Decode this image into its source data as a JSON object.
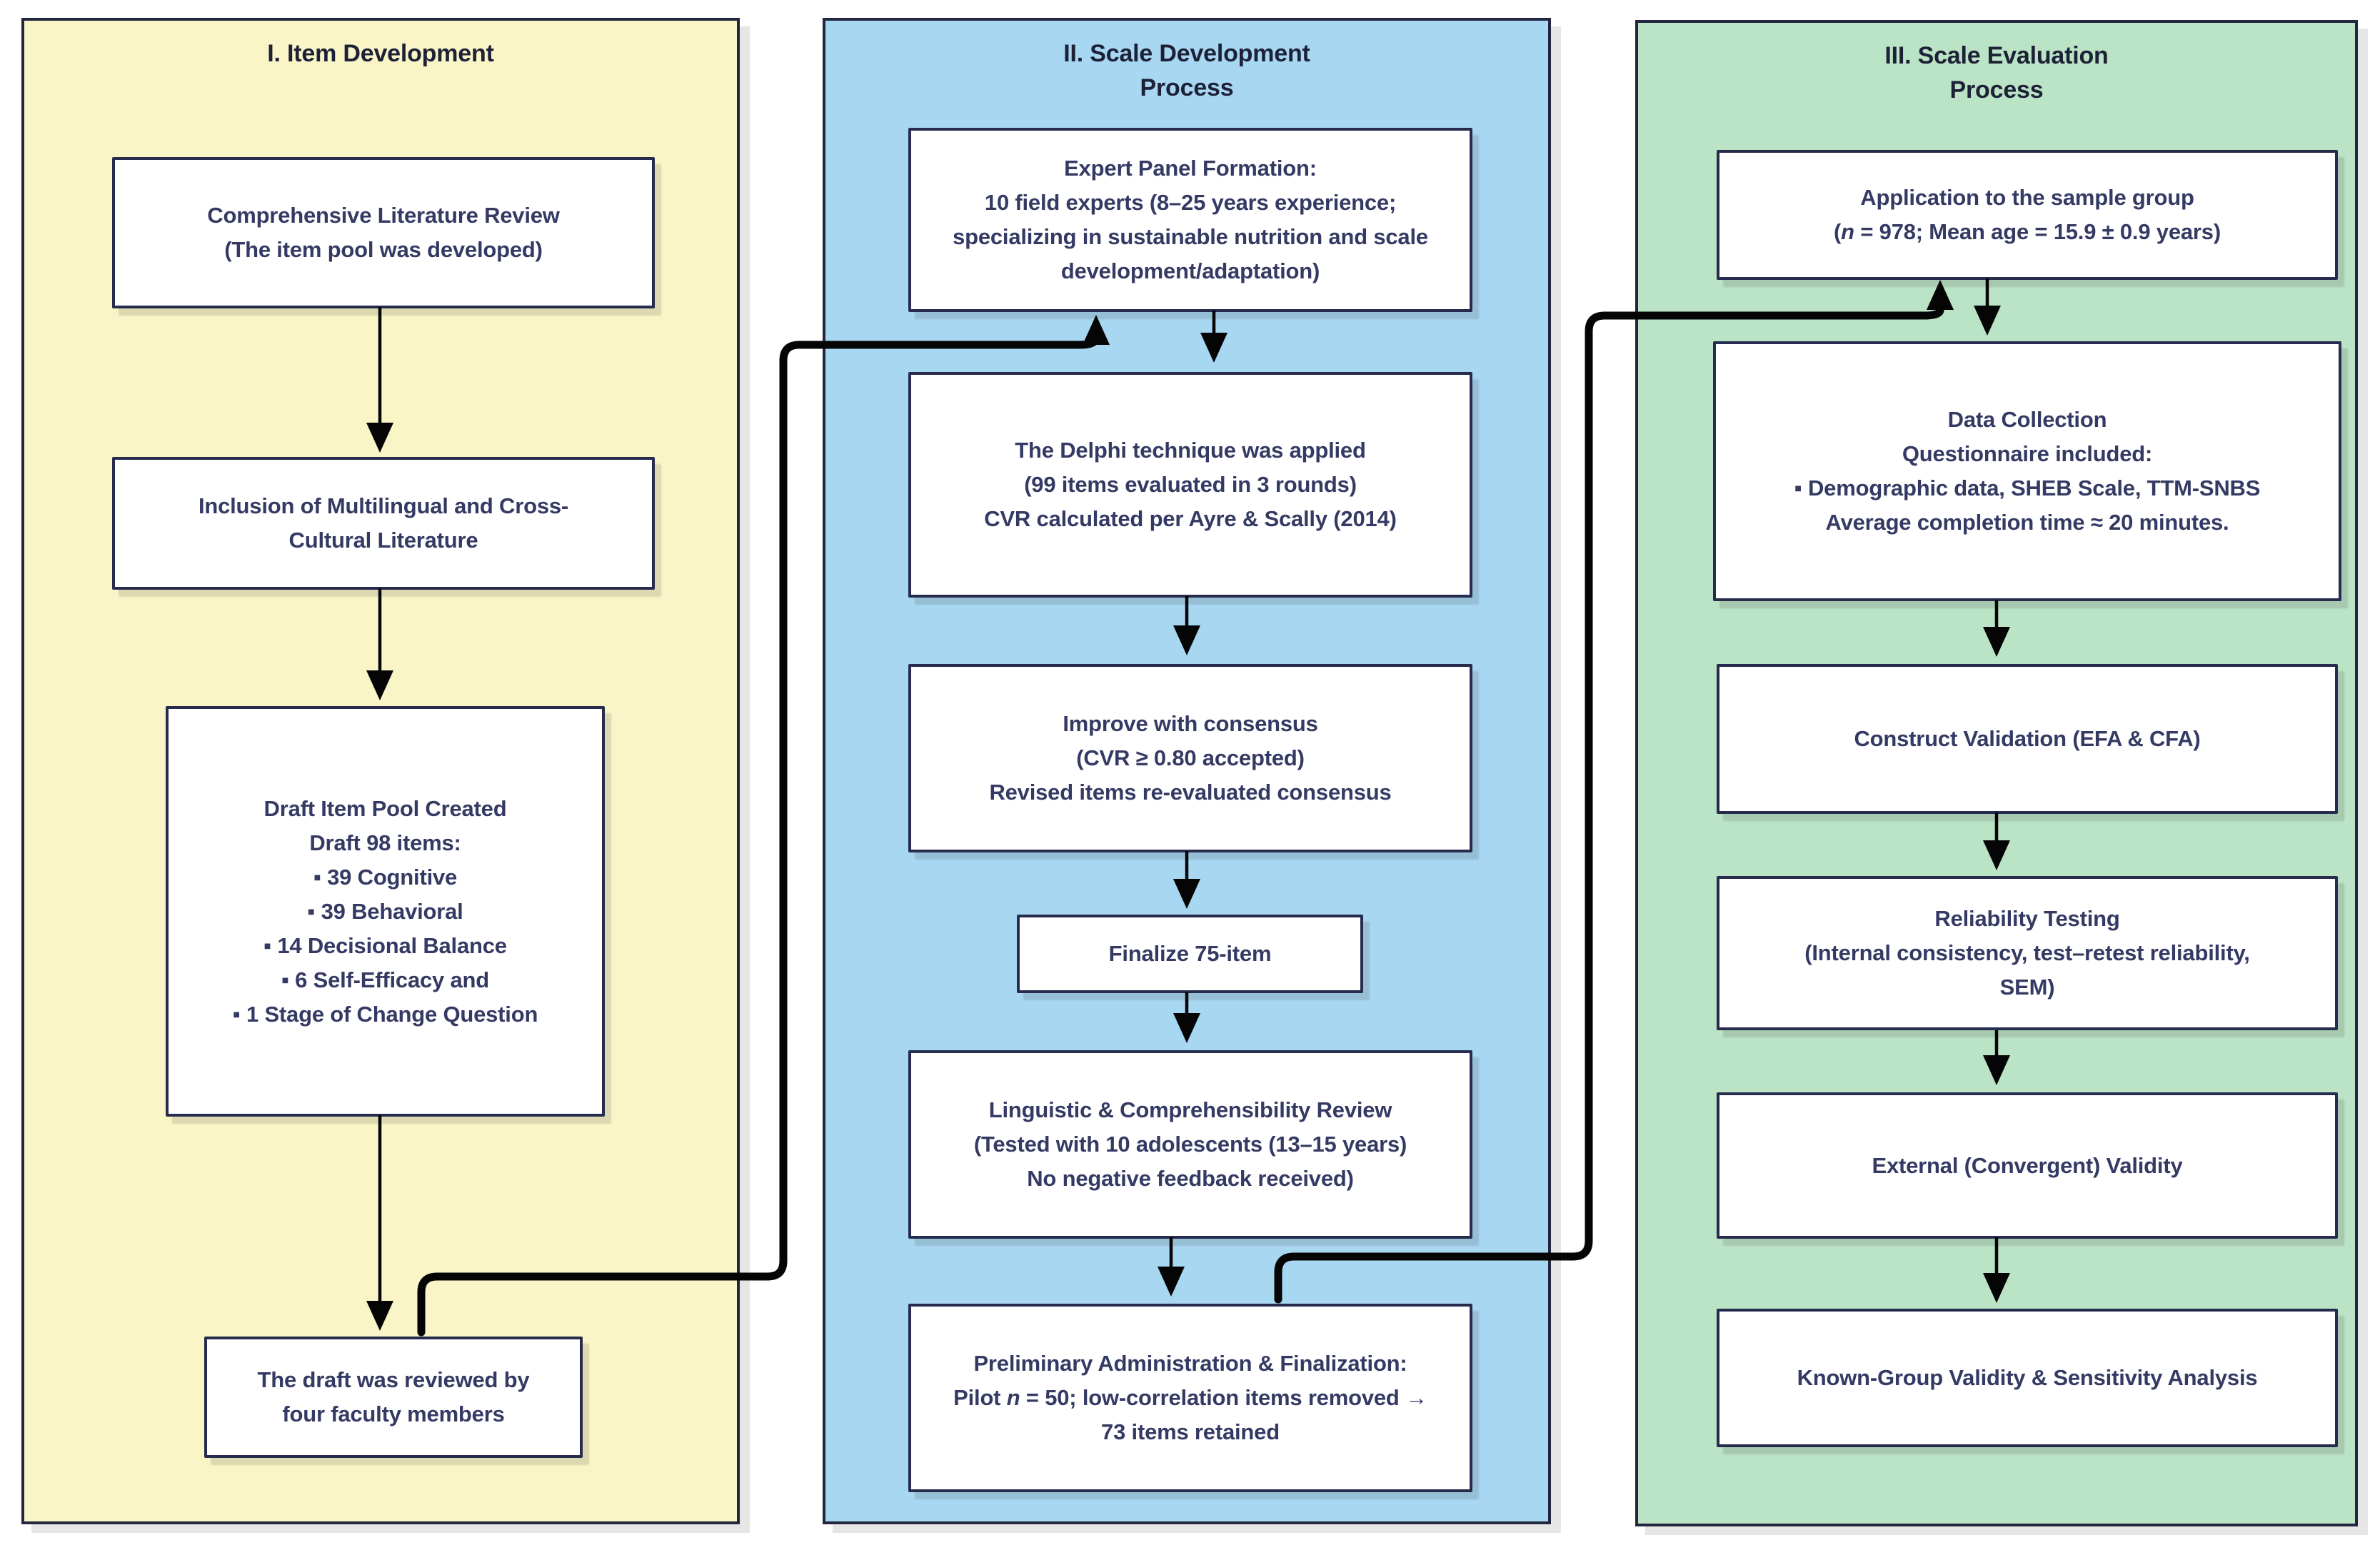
{
  "figure": {
    "type": "flowchart",
    "description": "Three-phase scale development and validation flowchart"
  },
  "colors": {
    "panel1_bg": "#FAF5C6",
    "panel2_bg": "#A8D7F2",
    "panel3_bg": "#BBE3C5",
    "panel_border": "#22263f",
    "box_border": "#272c4e",
    "box_bg": "#ffffff",
    "text": "#343a63",
    "arrow": "#050505"
  },
  "panels": [
    {
      "id": "item-development",
      "bg": "#FAF5C6",
      "title_lines": [
        "I. Item Development"
      ],
      "boxes": [
        {
          "lines": [
            "Comprehensive Literature Review",
            "(The item pool was developed)"
          ]
        },
        {
          "lines": [
            "Inclusion of Multilingual and Cross-",
            "Cultural Literature"
          ]
        },
        {
          "lines": [
            "Draft Item Pool Created",
            "Draft 98 items:",
            "▪ 39 Cognitive",
            "▪ 39 Behavioral",
            "▪ 14 Decisional Balance",
            "▪ 6 Self-Efficacy and",
            "▪ 1 Stage of Change Question"
          ]
        },
        {
          "lines": [
            "The draft was reviewed by",
            "four faculty members"
          ]
        }
      ]
    },
    {
      "id": "scale-development-process",
      "bg": "#A8D7F2",
      "title_lines": [
        "II. Scale Development",
        "Process"
      ],
      "boxes": [
        {
          "lines": [
            "Expert Panel Formation:",
            "10 field experts (8–25 years experience;",
            "specializing in sustainable nutrition and scale",
            "development/adaptation)"
          ]
        },
        {
          "lines": [
            "The Delphi technique was applied",
            "(99 items evaluated in 3 rounds)",
            "CVR calculated per Ayre & Scally (2014)"
          ]
        },
        {
          "lines": [
            "Improve with consensus",
            "(CVR ≥ 0.80 accepted)",
            "Revised items re-evaluated consensus"
          ]
        },
        {
          "lines": [
            "Finalize 75-item"
          ]
        },
        {
          "lines": [
            "Linguistic & Comprehensibility Review",
            "(Tested with 10 adolescents (13–15 years)",
            "No negative feedback received)"
          ]
        },
        {
          "lines": [
            "Preliminary Administration & Finalization:",
            "Pilot *n* = 50; low-correlation items removed →",
            "73 items retained"
          ]
        }
      ]
    },
    {
      "id": "scale-evaluation-process",
      "bg": "#BBE3C5",
      "title_lines": [
        "III. Scale Evaluation",
        "Process"
      ],
      "boxes": [
        {
          "lines": [
            "Application to the sample group",
            "(*n* = 978; Mean age = 15.9 ± 0.9 years)"
          ]
        },
        {
          "lines": [
            "Data Collection",
            "Questionnaire included:",
            "▪ Demographic data, SHEB Scale, TTM-SNBS",
            "Average completion time ≈ 20 minutes."
          ]
        },
        {
          "lines": [
            "Construct Validation (EFA & CFA)"
          ]
        },
        {
          "lines": [
            "Reliability Testing",
            "(Internal consistency, test–retest reliability,",
            "SEM)"
          ]
        },
        {
          "lines": [
            "External (Convergent) Validity"
          ]
        },
        {
          "lines": [
            "Known-Group Validity & Sensitivity Analysis"
          ]
        }
      ]
    }
  ],
  "connectors": [
    {
      "from": "box-faculty-review",
      "to": "box-expert-panel"
    },
    {
      "from": "box-preliminary-administration",
      "to": "box-sample-application"
    }
  ]
}
